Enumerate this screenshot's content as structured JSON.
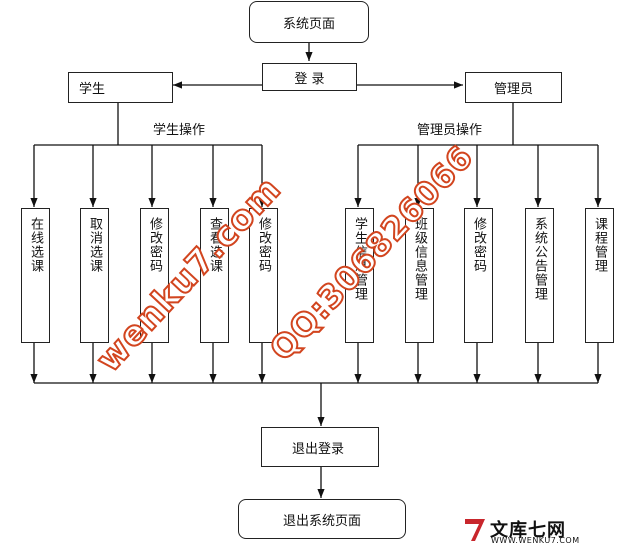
{
  "nodes": {
    "system_page": "系统页面",
    "login": "登 录",
    "student": "学生",
    "admin": "管理员",
    "student_ops": "学生操作",
    "admin_ops": "管理员操作",
    "logout": "退出登录",
    "exit_system_page": "退出系统页面"
  },
  "student_actions": [
    "在线选课",
    "取消选课",
    "修改密码",
    "查看选课",
    "修改密码"
  ],
  "admin_actions": [
    "学生信息管理",
    "班级信息管理",
    "修改密码",
    "系统公告管理",
    "课程管理"
  ],
  "watermark": {
    "text1": "wenku7.com",
    "text2": "QQ:306826066",
    "brand": "文库七网",
    "url": "WWW.WENKU7.COM"
  }
}
